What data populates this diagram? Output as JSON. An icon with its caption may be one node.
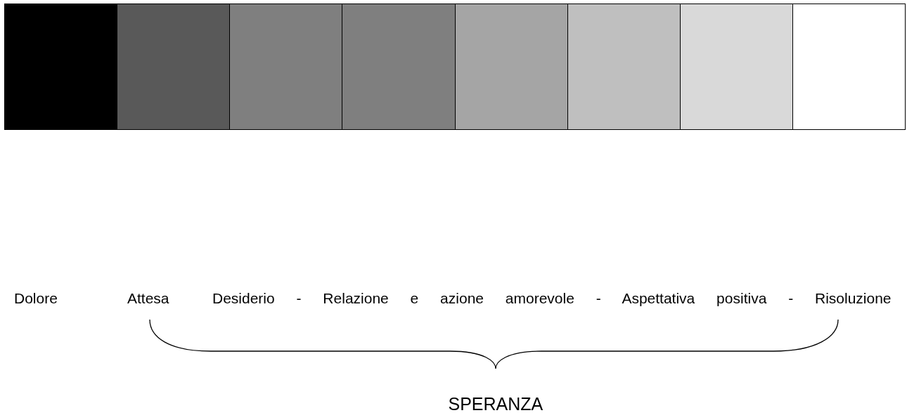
{
  "diagram": {
    "nodes": [
      {
        "text": [],
        "shape": "box"
      },
      {
        "text": [],
        "shape": "box"
      },
      {
        "text": [],
        "shape": "box"
      },
      {
        "text": [],
        "shape": "box"
      },
      {
        "text": [],
        "shape": "box"
      },
      {
        "text": [],
        "shape": "box"
      },
      {
        "text": [],
        "shape": "box"
      },
      {
        "text": [],
        "shape": "box"
      }
    ],
    "edges": [],
    "labels": [
      "Dolore",
      "Attesa",
      "Desiderio - Relazione e azione amorevole - Aspettativa positiva - Risoluzione",
      "SPERANZA"
    ]
  }
}
